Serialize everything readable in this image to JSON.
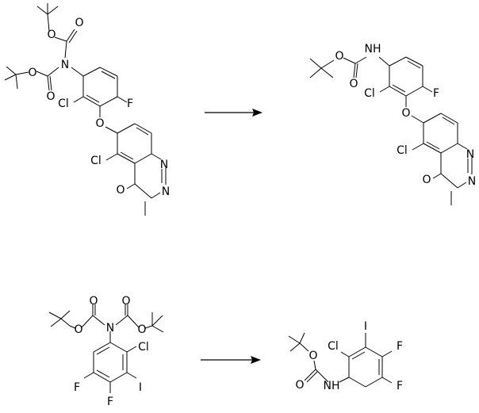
{
  "colors": {
    "ink": "#000000",
    "background": "#ffffff"
  },
  "schemes": [
    {
      "reactant": {
        "atoms": {
          "o_boc1_ether": "O",
          "o_boc1_carbonyl": "O",
          "n_diboc": "N",
          "o_boc2_ether": "O",
          "o_boc2_carbonyl": "O",
          "cl_ring": "Cl",
          "f_ring": "F",
          "o_bridge": "O",
          "cl_quin": "Cl",
          "n_quin1": "N",
          "o_quin": "O",
          "n_quin3": "N"
        }
      },
      "product": {
        "atoms": {
          "nh": "NH",
          "o_ether": "O",
          "o_carbonyl": "O",
          "cl_ring": "Cl",
          "f_ring": "F",
          "o_bridge": "O",
          "cl_quin": "Cl",
          "n_quin1": "N",
          "o_quin": "O",
          "n_quin3": "N"
        }
      }
    },
    {
      "reactant": {
        "atoms": {
          "o_carbonyl_left": "O",
          "o_carbonyl_right": "O",
          "o_ether_left": "O",
          "n_diboc": "N",
          "o_ether_right": "O",
          "cl_ring": "Cl",
          "f_left": "F",
          "i_ring": "I",
          "f_bottom": "F"
        }
      },
      "product": {
        "atoms": {
          "i_ring": "I",
          "cl_ring": "Cl",
          "f_upper": "F",
          "o_ether": "O",
          "o_carbonyl": "O",
          "nh": "NH",
          "f_lower": "F"
        }
      }
    }
  ]
}
